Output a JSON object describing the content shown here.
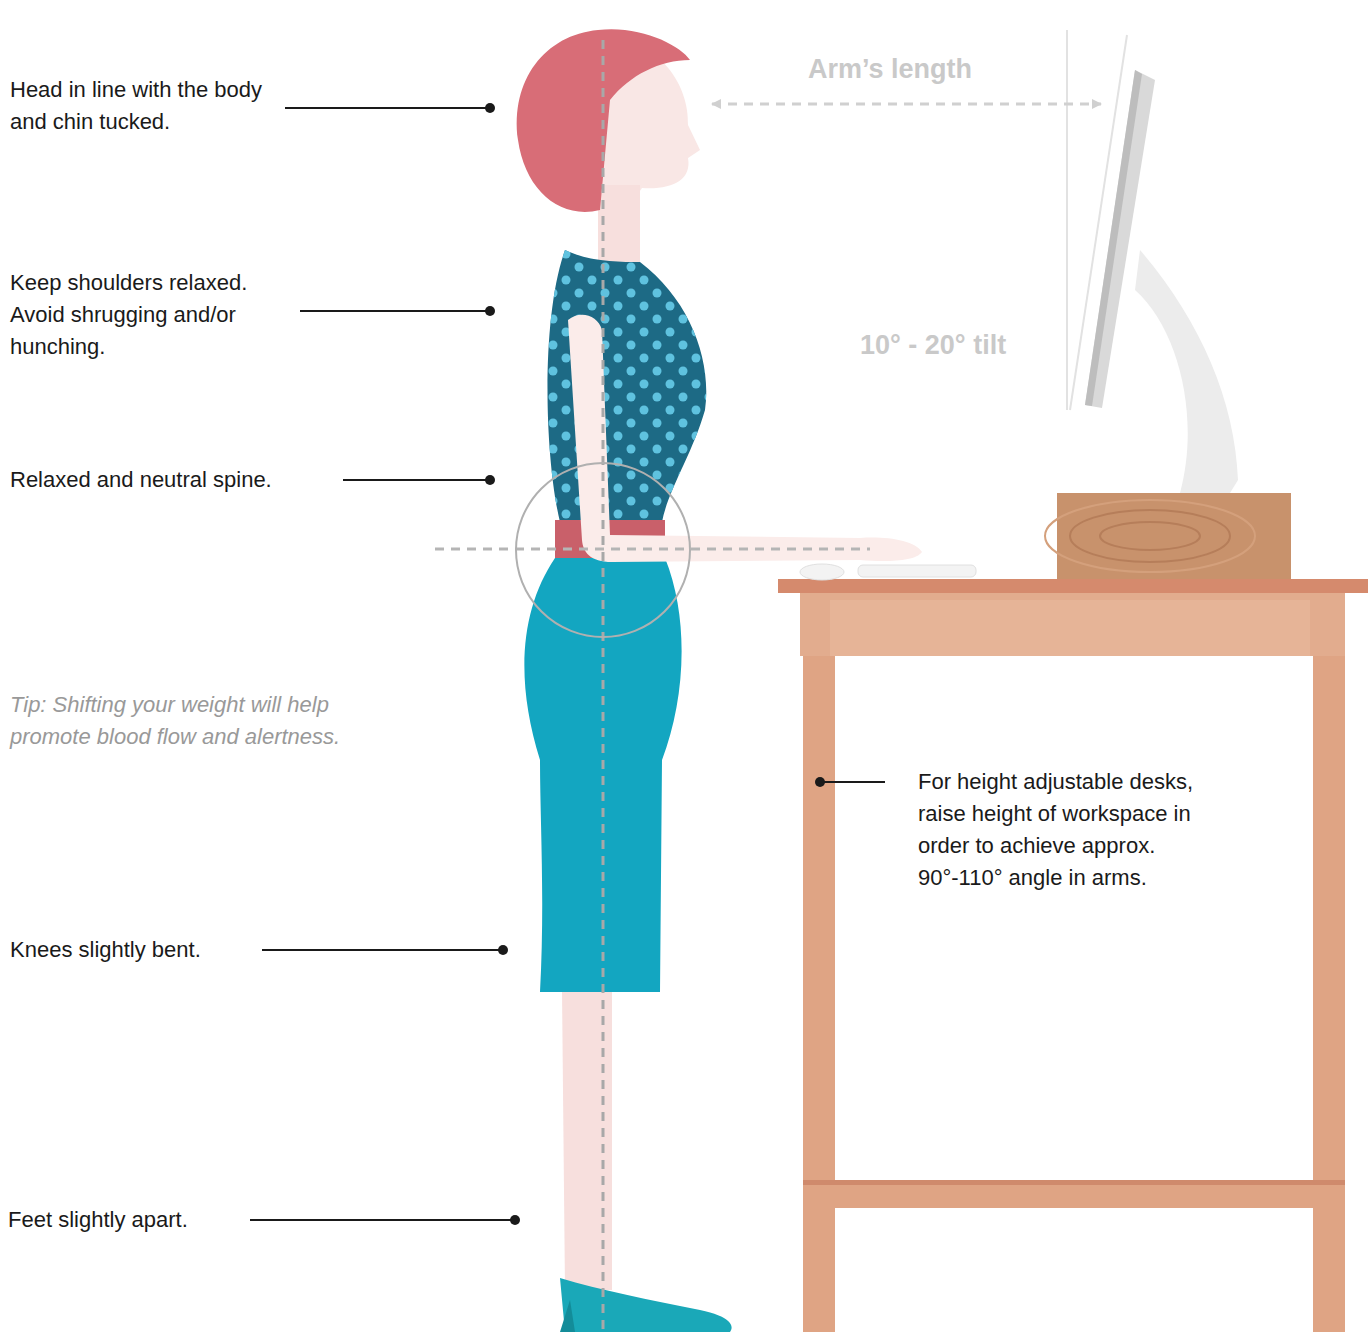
{
  "diagram": {
    "labels": [
      "Arm’s length",
      "Head in line with the body and chin tucked.",
      "Keep shoulders relaxed. Avoid shrugging and/or hunching.",
      "10° - 20° tilt",
      "Relaxed and neutral spine.",
      "Tip: Shifting your weight will help promote blood flow and alertness.",
      "For height adjustable desks, raise height of workspace in order to achieve approx. 90°-110° angle in arms.",
      "Knees slightly bent.",
      "Feet slightly apart."
    ]
  }
}
